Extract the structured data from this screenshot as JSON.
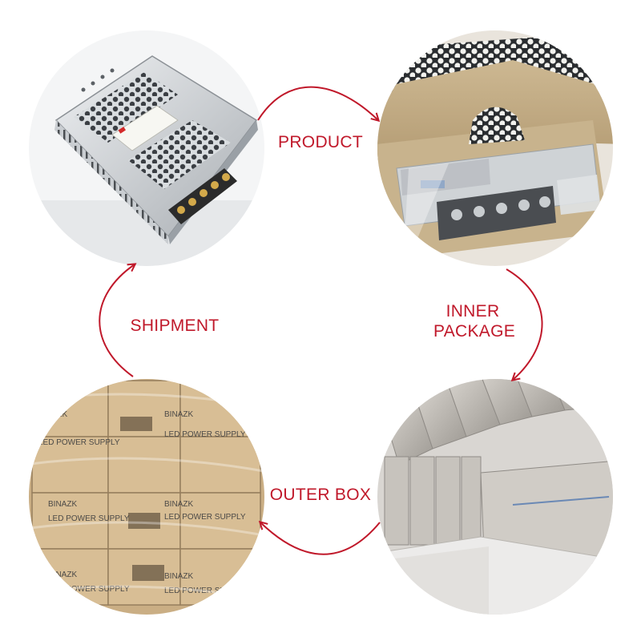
{
  "stages": [
    {
      "id": "product",
      "label": "PRODUCT",
      "photo": "metal-led-power-supply-photo"
    },
    {
      "id": "inner",
      "label_lines": [
        "INNER",
        "PACKAGE"
      ],
      "photo": "power-supply-in-kraft-box-photo"
    },
    {
      "id": "outer",
      "label": "OUTER BOX",
      "photo": "boxes-packed-in-carton-photo"
    },
    {
      "id": "shipment",
      "label": "SHIPMENT",
      "photo": "wrapped-pallet-of-cartons-photo"
    }
  ],
  "carton_print": {
    "brand": "BINAZK",
    "text": "LED POWER SUPPLY"
  },
  "colors": {
    "accent": "#c0182a",
    "background": "#ffffff"
  }
}
